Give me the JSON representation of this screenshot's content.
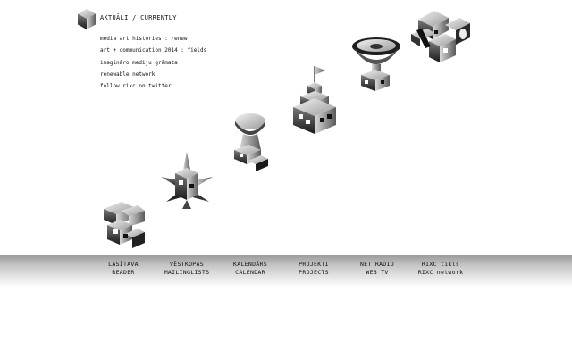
{
  "header": {
    "title": "AKTUĀLI / CURRENTLY",
    "logo_icon": "cube-logo-icon"
  },
  "links": [
    "media art histories : renew",
    "art + communication 2014 : fields",
    "imagināro mediju grāmata",
    "renewable network",
    "follow rixc on twitter"
  ],
  "sculptures": [
    "books-cluster-icon",
    "star-cluster-icon",
    "hourglass-figure-icon",
    "castle-flag-icon",
    "satellite-dish-icon",
    "broken-blocks-icon"
  ],
  "nav": [
    {
      "line1": "LASĪTAVA",
      "line2": "READER"
    },
    {
      "line1": "VĒSTKOPAS",
      "line2": "MAILINGLISTS"
    },
    {
      "line1": "KALENDĀRS",
      "line2": "CALENDAR"
    },
    {
      "line1": "PROJEKTI",
      "line2": "PROJECTS"
    },
    {
      "line1": "NET RADIO",
      "line2": "WEB TV"
    },
    {
      "line1": "RIXC tīkls",
      "line2": "RIXC network"
    }
  ],
  "colors": {
    "background": "#ffffff",
    "text": "#111111",
    "navbar_top": "#9a9a9a"
  }
}
